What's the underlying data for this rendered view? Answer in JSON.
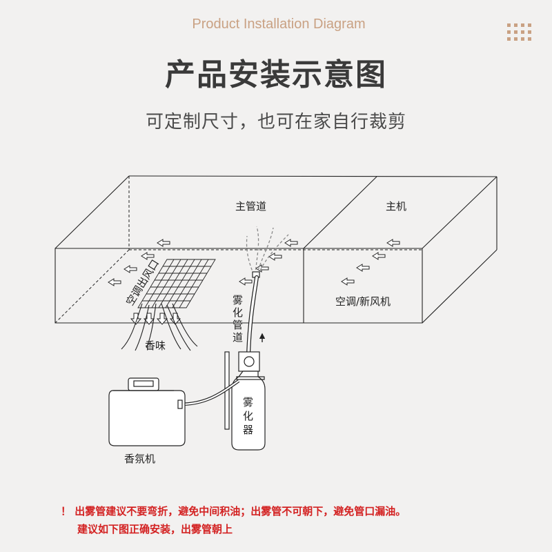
{
  "header": {
    "subtitle_en": "Product Installation Diagram",
    "title": "产品安装示意图",
    "tagline": "可定制尺寸，也可在家自行裁剪"
  },
  "labels": {
    "main_duct": "主管道",
    "main_unit": "主机",
    "ac_outlet": "空调出风口",
    "ac_fresh_air": "空调/新风机",
    "fragrance": "香味",
    "atomizing_pipe": "雾化管道",
    "atomizer": "雾化器",
    "aroma_machine": "香氛机"
  },
  "notice": {
    "line1": "！ 出雾管建议不要弯折，避免中间积油；出雾管不可朝下，避免管口漏油。",
    "line2": "建议如下图正确安装，出雾管朝上"
  },
  "colors": {
    "accent": "#c9a183",
    "warning": "#d32121",
    "line": "#222222"
  }
}
